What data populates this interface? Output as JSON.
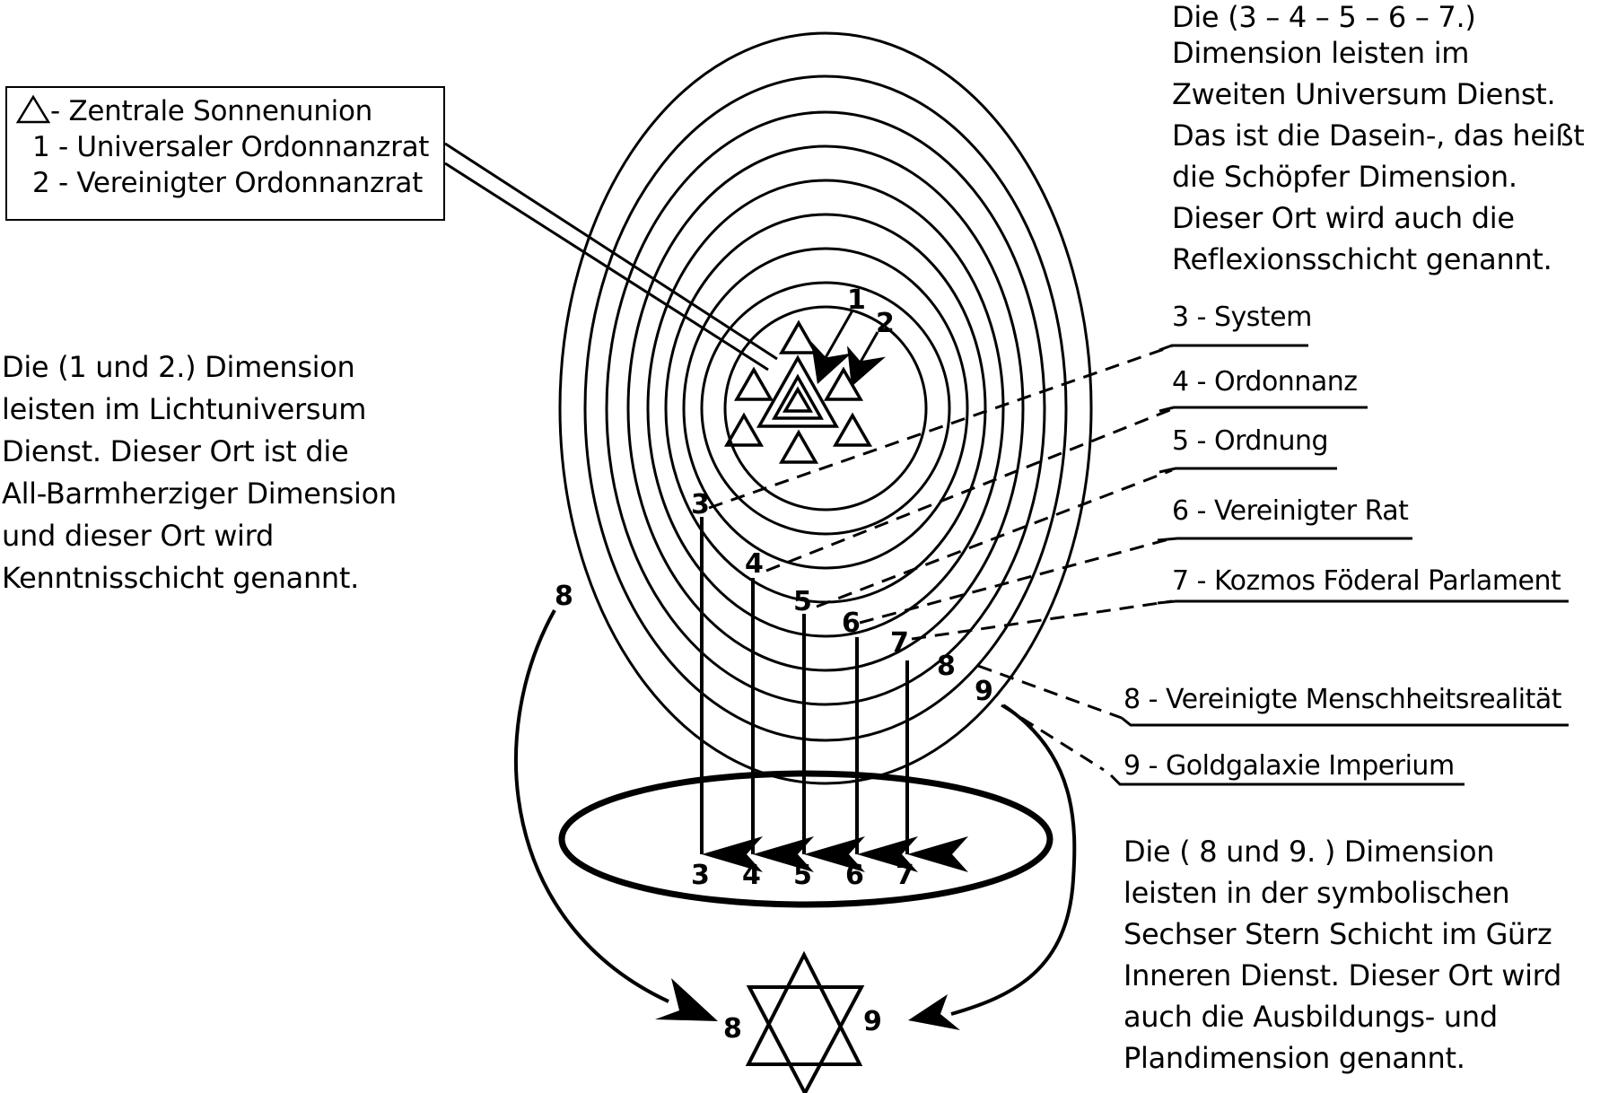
{
  "legend": {
    "items": [
      {
        "symbol": "triangle-icon",
        "text": "- Zentrale Sonnenunion"
      },
      {
        "symbol": "1",
        "text": "1 - Universaler Ordonnanzrat"
      },
      {
        "symbol": "2",
        "text": "2 - Vereinigter Ordonnanzrat"
      }
    ]
  },
  "text_left": {
    "lines": [
      "Die (1 und 2.) Dimension",
      "leisten im Lichtuniversum",
      "Dienst. Dieser Ort ist die",
      "All-Barmherziger Dimension",
      "und dieser Ort wird",
      "Kenntnisschicht genannt."
    ]
  },
  "text_top_right": {
    "lines": [
      "Die (3 – 4 – 5 – 6 – 7.)",
      "Dimension leisten im",
      "Zweiten Universum Dienst.",
      "Das ist die Dasein-, das heißt",
      "die Schöpfer Dimension.",
      "Dieser Ort wird auch die",
      "Reflexionsschicht genannt."
    ]
  },
  "text_bottom_right": {
    "lines": [
      "Die ( 8 und 9. ) Dimension",
      "leisten in der symbolischen",
      "Sechser Stern Schicht im Gürz",
      "Inneren Dienst. Dieser Ort wird",
      "auch die Ausbildungs- und",
      "Plandimension genannt."
    ]
  },
  "layer_labels": [
    "3 - System",
    "4 - Ordonnanz",
    "5 - Ordnung",
    "6 - Vereinigter Rat",
    "7 - Kozmos Föderal Parlament",
    "8 - Vereinigte Menschheitsrealität",
    "9 - Goldgalaxie Imperium"
  ],
  "diagram": {
    "center_markers": [
      "1",
      "2"
    ],
    "ring_markers": [
      "3",
      "4",
      "5",
      "6",
      "7",
      "8",
      "9"
    ],
    "outer_left_marker": "8",
    "ellipse_numbers": [
      "3",
      "4",
      "5",
      "6",
      "7"
    ],
    "star_left": "8",
    "star_right": "9",
    "ring_count": 9,
    "stroke_color": "#000000",
    "background_color": "#ffffff"
  }
}
